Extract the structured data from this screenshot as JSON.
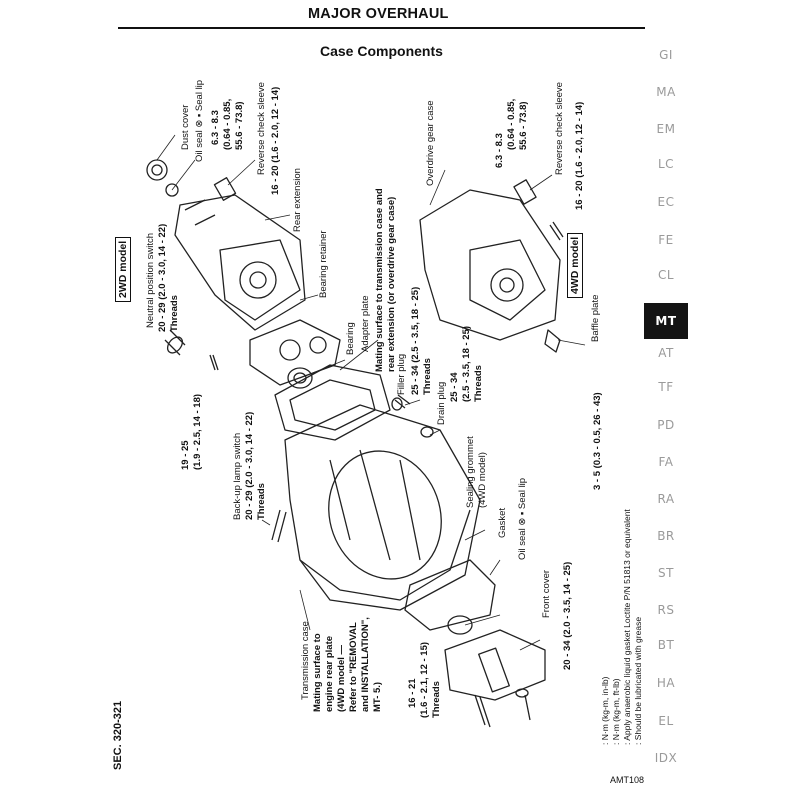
{
  "header": {
    "title": "MAJOR OVERHAUL"
  },
  "section": {
    "title": "Case Components",
    "sec_ref": "SEC. 320-321",
    "figure_code": "AMT108"
  },
  "tabs": [
    {
      "label": "GI",
      "active": false
    },
    {
      "label": "MA",
      "active": false
    },
    {
      "label": "EM",
      "active": false
    },
    {
      "label": "LC",
      "active": false
    },
    {
      "label": "EC",
      "active": false
    },
    {
      "label": "FE",
      "active": false
    },
    {
      "label": "CL",
      "active": false
    },
    {
      "label": "MT",
      "active": true
    },
    {
      "label": "AT",
      "active": false
    },
    {
      "label": "TF",
      "active": false
    },
    {
      "label": "PD",
      "active": false
    },
    {
      "label": "FA",
      "active": false
    },
    {
      "label": "RA",
      "active": false
    },
    {
      "label": "BR",
      "active": false
    },
    {
      "label": "ST",
      "active": false
    },
    {
      "label": "RS",
      "active": false
    },
    {
      "label": "BT",
      "active": false
    },
    {
      "label": "HA",
      "active": false
    },
    {
      "label": "EL",
      "active": false
    },
    {
      "label": "IDX",
      "active": false
    }
  ],
  "labels": {
    "model_2wd": "2WD model",
    "model_4wd": "4WD model",
    "dust_cover": "Dust cover",
    "oil_seal_seal_lip_top": "Oil seal ⊗ ▪ Seal lip",
    "torque_63_83_a": "6.3 - 8.3",
    "torque_63_83_b": "(0.64 - 0.85,",
    "torque_63_83_c": "55.6 - 73.8)",
    "reverse_check_sleeve": "Reverse check sleeve",
    "torque_16_20": "16 - 20 (1.6 - 2.0, 12 - 14)",
    "rear_extension": "Rear extension",
    "neutral_switch": "Neutral position switch",
    "torque_20_29": "20 - 29 (2.0 - 3.0, 14 - 22)",
    "threads": "Threads",
    "bearing_retainer": "Bearing retainer",
    "bearing": "Bearing",
    "adapter_plate": "Adapter plate",
    "mating_surface_a": "Mating surface to transmission case and",
    "mating_surface_b": "rear extension (or overdrive gear case)",
    "overdrive_gear_case": "Overdrive gear case",
    "reverse_check_sleeve_4wd": "Reverse check sleeve",
    "torque_63_83_4wd_a": "6.3 - 8.3",
    "torque_63_83_4wd_b": "(0.64 - 0.85,",
    "torque_63_83_4wd_c": "55.6 - 73.8)",
    "torque_16_20_4wd": "16 - 20 (1.6 - 2.0, 12 - 14)",
    "baffle_plate": "Baffle plate",
    "torque_3_5": "3 - 5 (0.3 - 0.5, 26 - 43)",
    "filler_plug": "Filler plug",
    "torque_25_34": "25 - 34 (2.5 - 3.5, 18 - 25)",
    "drain_plug": "Drain plug",
    "torque_25_34_b1": "25 - 34",
    "torque_25_34_b2": "(2.5 - 3.5, 18 - 25)",
    "torque_19_25_a": "19 - 25",
    "torque_19_25_b": "(1.9 - 2.5, 14 - 18)",
    "backup_lamp_switch": "Back-up lamp switch",
    "sealing_grommet_a": "Sealing grommet",
    "sealing_grommet_b": "(4WD model)",
    "gasket": "Gasket",
    "oil_seal_seal_lip_bottom": "Oil seal ⊗ ▪ Seal lip",
    "front_cover": "Front cover",
    "torque_20_34": "20 - 34 (2.0 - 3.5, 14 - 25)",
    "transmission_case": "Transmission case",
    "trans_case_note_1": "Mating surface to",
    "trans_case_note_2": "engine rear plate",
    "trans_case_note_3": "(4WD model —",
    "trans_case_note_4": "Refer to \"REMOVAL",
    "trans_case_note_5": "and INSTALLATION\",",
    "trans_case_note_6": "MT- 5.)",
    "torque_16_21_a": "16 - 21",
    "torque_16_21_b": "(1.6 - 2.1, 12 - 15)",
    "legend_nm": ": N·m (kg-m, in-lb)",
    "legend_nm2": ": N·m (kg-m, ft-lb)",
    "legend_gasket": ": Apply anaerobic liquid gasket Loctite P/N 51813 or equivalent",
    "legend_grease": ": Should be lubricated with grease"
  }
}
